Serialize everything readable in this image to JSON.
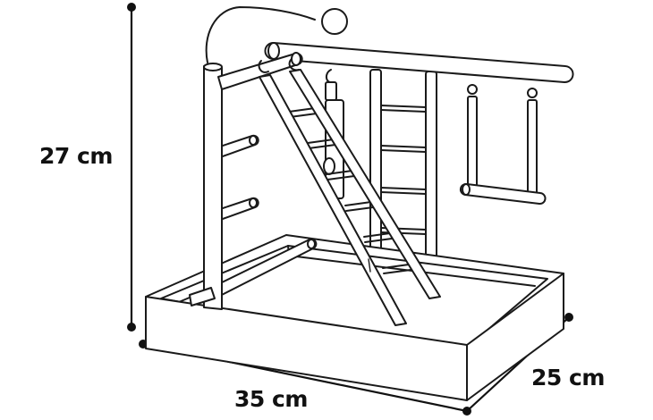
{
  "dimensions": {
    "height_label": "27 cm",
    "width_label": "35 cm",
    "depth_label": "25 cm"
  },
  "colors": {
    "line": "#1a1a1a",
    "background": "#ffffff"
  }
}
